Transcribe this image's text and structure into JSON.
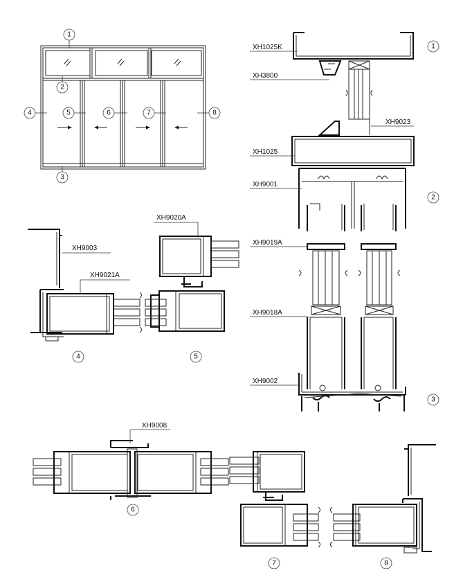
{
  "profile_labels": {
    "xh1025k": "XH1025K",
    "xh3800": "XH3800",
    "xh9023": "XH9023",
    "xh1025": "XH1025",
    "xh9001": "XH9001",
    "xh9019a": "XH9019A",
    "xh9018a": "XH9018A",
    "xh9002": "XH9002",
    "xh9003": "XH9003",
    "xh9021a": "XH9021A",
    "xh9020a": "XH9020A",
    "xh9008": "XH9008"
  },
  "elevation_callouts": [
    "1",
    "2",
    "3",
    "4",
    "5",
    "6",
    "7",
    "8"
  ],
  "vertical_section_callouts": [
    "1",
    "2",
    "3"
  ],
  "detail_numbers": {
    "d4": "4",
    "d5": "5",
    "d6": "6",
    "d7": "7",
    "d8": "8"
  }
}
